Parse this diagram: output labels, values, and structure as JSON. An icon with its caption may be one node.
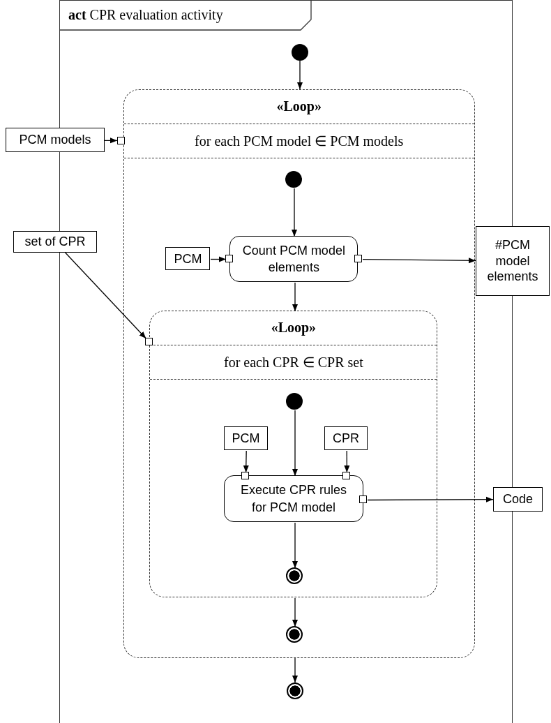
{
  "diagram": {
    "nodes": [
      {
        "text": [
          "**act** CPR evaluation activity"
        ]
      },
      {
        "text": [],
        "shape": "circle",
        "in": 0
      },
      {
        "text": [
          "«Loop»",
          "for each PCM model ∈ PCM models"
        ],
        "in": 0
      },
      {
        "text": [
          "PCM models"
        ]
      },
      {
        "text": [],
        "shape": "box",
        "in": 0
      },
      {
        "text": [],
        "shape": "circle",
        "in": 2
      },
      {
        "text": [
          "PCM"
        ],
        "in": 2
      },
      {
        "text": [],
        "shape": "box",
        "in": 2
      },
      {
        "text": [
          "Count PCM model elements"
        ],
        "in": 2
      },
      {
        "text": [],
        "shape": "box",
        "in": 2
      },
      {
        "text": [
          "#PCM model elements"
        ]
      },
      {
        "text": [
          "set of CPR"
        ]
      },
      {
        "text": [
          "«Loop»",
          "for each CPR ∈ CPR set"
        ],
        "in": 2
      },
      {
        "text": [],
        "shape": "box",
        "in": 2
      },
      {
        "text": [],
        "shape": "circle",
        "in": 12
      },
      {
        "text": [
          "PCM"
        ],
        "in": 12
      },
      {
        "text": [
          "CPR"
        ],
        "in": 12
      },
      {
        "text": [],
        "shape": "box",
        "in": 12
      },
      {
        "text": [],
        "shape": "box",
        "in": 12
      },
      {
        "text": [
          "Execute CPR rules for PCM model"
        ],
        "in": 12
      },
      {
        "text": [],
        "shape": "box",
        "in": 12
      },
      {
        "text": [
          "Code"
        ]
      },
      {
        "text": [],
        "shape": "circle",
        "in": 12
      },
      {
        "text": [],
        "shape": "circle",
        "in": 2
      },
      {
        "text": [],
        "shape": "circle",
        "in": 0
      }
    ],
    "edges": [
      {
        "from": 1,
        "to": 2,
        "arrow": "to"
      },
      {
        "from": 3,
        "to": 4,
        "arrow": "to"
      },
      {
        "from": 5,
        "to": 8,
        "arrow": "to"
      },
      {
        "from": 6,
        "to": 7,
        "arrow": "to"
      },
      {
        "from": 9,
        "to": 10,
        "arrow": "to"
      },
      {
        "from": 11,
        "to": 13,
        "arrow": "to"
      },
      {
        "from": 8,
        "to": 12,
        "arrow": "to"
      },
      {
        "from": 14,
        "to": 19,
        "arrow": "to"
      },
      {
        "from": 15,
        "to": 17,
        "arrow": "to"
      },
      {
        "from": 16,
        "to": 18,
        "arrow": "to"
      },
      {
        "from": 20,
        "to": 21,
        "arrow": "to"
      },
      {
        "from": 19,
        "to": 22,
        "arrow": "to"
      },
      {
        "from": 12,
        "to": 23,
        "arrow": "to"
      },
      {
        "from": 2,
        "to": 24,
        "arrow": "to"
      }
    ]
  }
}
